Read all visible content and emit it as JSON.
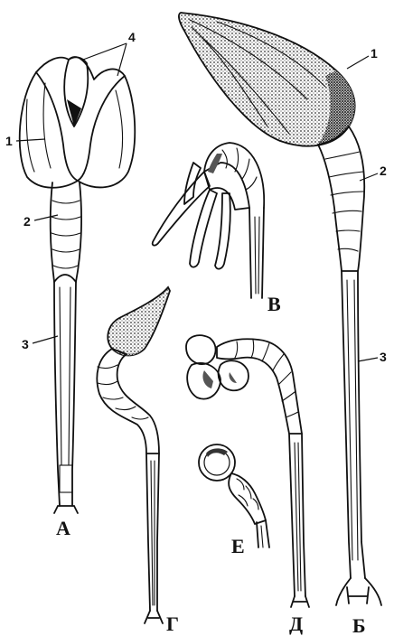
{
  "figures": {
    "a": {
      "caption": "А"
    },
    "b": {
      "caption": "Б"
    },
    "v": {
      "caption": "В"
    },
    "g": {
      "caption": "Г"
    },
    "d": {
      "caption": "Д"
    },
    "e": {
      "caption": "Е"
    }
  },
  "callouts": {
    "a_1": "1",
    "a_2": "2",
    "a_3": "3",
    "a_4": "4",
    "b_1": "1",
    "b_2": "2",
    "b_3": "3"
  },
  "colors": {
    "ink": "#111111",
    "paper": "#ffffff",
    "stipple": "#555555"
  }
}
